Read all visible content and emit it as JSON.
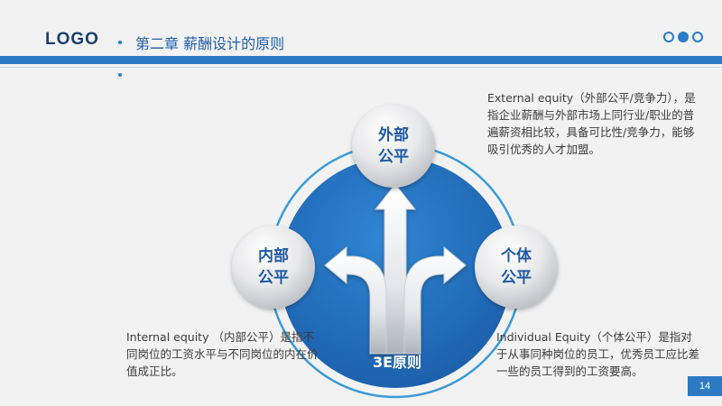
{
  "header": {
    "logo": "LOGO",
    "title": "第二章 薪酬设计的原则"
  },
  "diagram": {
    "center_label": "3E原则",
    "nodes": {
      "external": "外部\n公平",
      "internal": "内部\n公平",
      "individual": "个体\n公平"
    }
  },
  "texts": {
    "external": "External equity（外部公平/竞争力），是指企业薪酬与外部市场上同行业/职业的普遍薪资相比较，具备可比性/竞争力，能够吸引优秀的人才加盟。",
    "internal": "Internal equity （内部公平）是指不同岗位的工资水平与不同岗位的内在价值成正比。",
    "individual": "Individual Equity（个体公平）是指对于从事同种岗位的员工，优秀员工应比差一些的员工得到的工资要高。"
  },
  "footer": {
    "page_number": "14"
  },
  "colors": {
    "primary": "#2d7ac3",
    "dark_blue": "#1d5ea8",
    "node_text": "#1e5aa3",
    "background": "#f2f2f3"
  }
}
